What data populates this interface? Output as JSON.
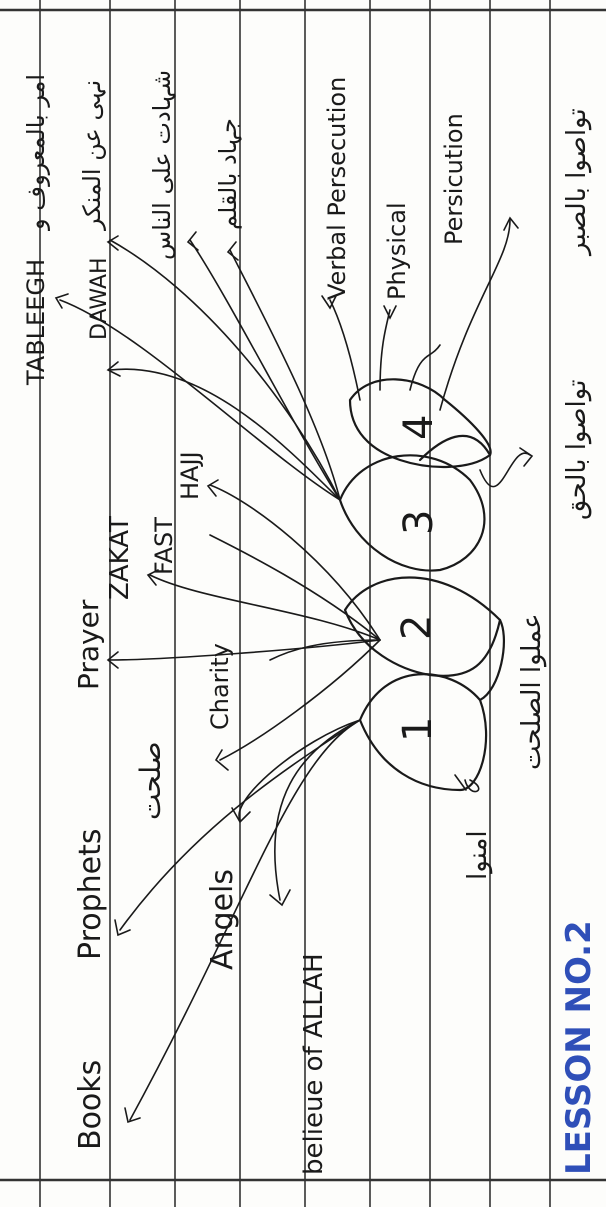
{
  "lesson_title": "LESSON NO.2",
  "pillars": [
    "1",
    "2",
    "3",
    "4"
  ],
  "pillar_1": {
    "items": [
      "Books",
      "Prophets",
      "Angels",
      "belieue of ALLAH"
    ],
    "arabic_label": "امنوا",
    "arabic_bottom": "عملوا الصلحت"
  },
  "pillar_2": {
    "arabic_label": "صلحت",
    "items": [
      "Prayer",
      "ZAKAT",
      "Charity",
      "FAST",
      "HAJJ"
    ]
  },
  "pillar_3": {
    "items": [
      "TABLEEGH",
      "DAWAH"
    ],
    "arabic_items": [
      "امر بالمعروف و",
      "نہی عن المنکر",
      "شہادت علی الناس",
      "جہاد بالقلم"
    ],
    "arabic_bottom": "تواصوا بالحق"
  },
  "pillar_4": {
    "items": [
      "Verbal Persecution",
      "Physical",
      "Persicution"
    ],
    "arabic_top": "تواصوا بالصبر"
  }
}
